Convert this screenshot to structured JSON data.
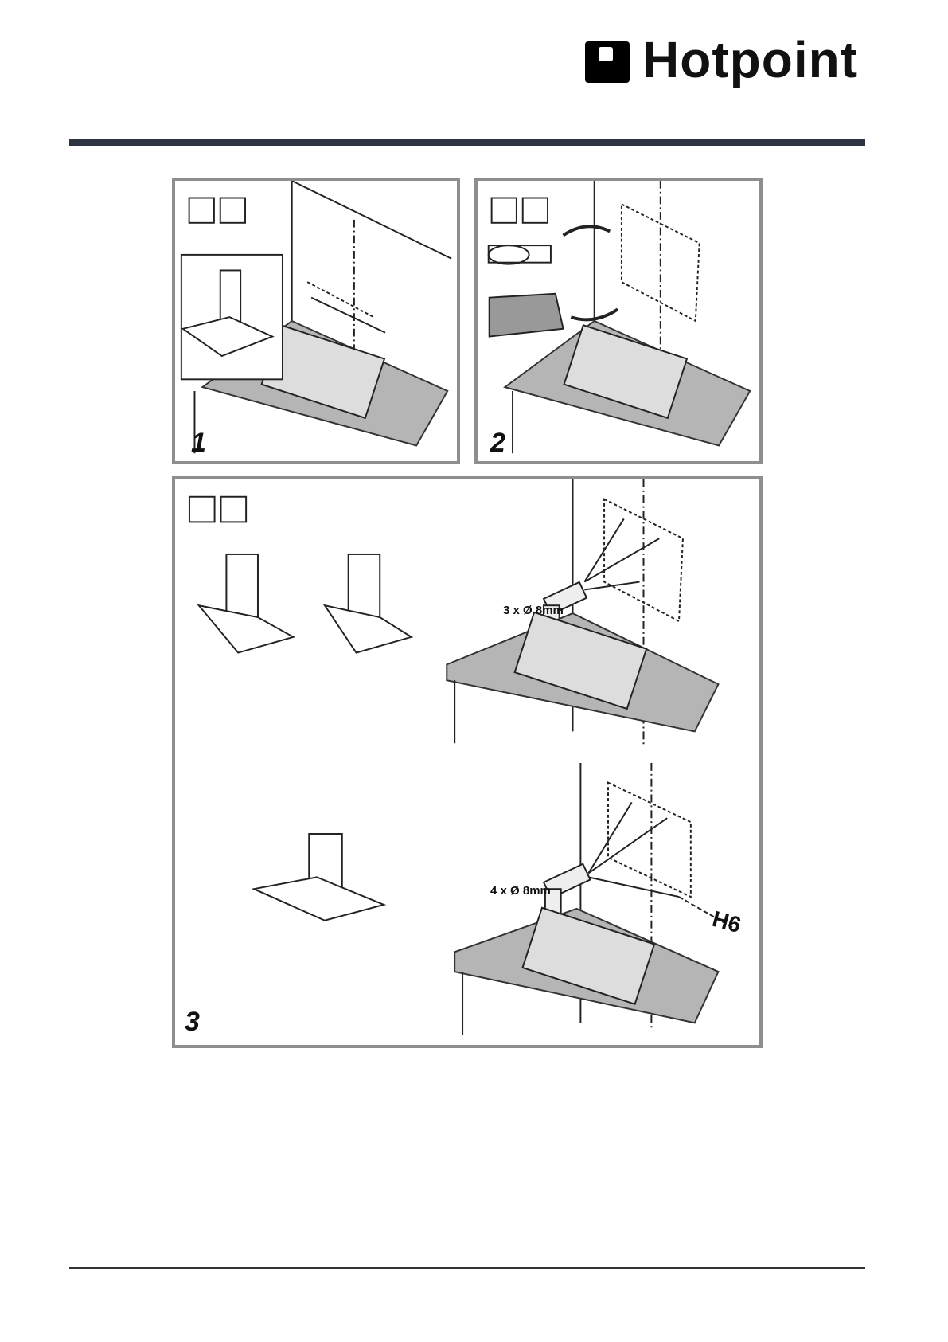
{
  "brand": {
    "name": "Hotpoint"
  },
  "steps": [
    {
      "number": "1"
    },
    {
      "number": "2"
    },
    {
      "number": "3",
      "drill_label_a": "3 x Ø 8mm",
      "drill_label_b": "4 x Ø 8mm",
      "marker": "H6"
    }
  ]
}
